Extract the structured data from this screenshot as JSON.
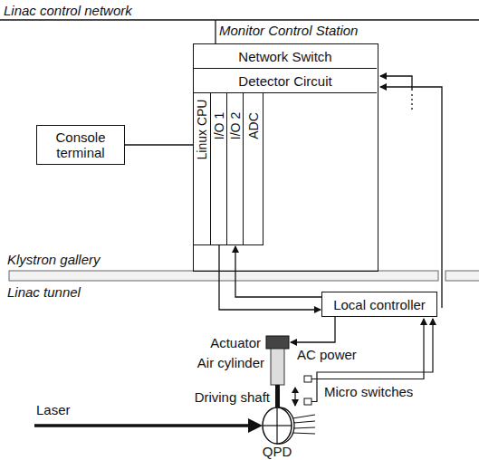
{
  "diagram": {
    "nodes": [
      {
        "text": [
          "Monitor Control Station"
        ]
      },
      {
        "text": [
          "Network Switch"
        ],
        "in": 0
      },
      {
        "text": [
          "Detector Circuit"
        ],
        "in": 0
      },
      {
        "text": [
          "Linux CPU"
        ],
        "in": 0
      },
      {
        "text": [
          "I/O 1"
        ],
        "in": 0
      },
      {
        "text": [
          "I/O 2"
        ],
        "in": 0
      },
      {
        "text": [
          "ADC"
        ],
        "in": 0
      },
      {
        "text": [
          "Console terminal"
        ]
      },
      {
        "text": [
          "Local controller"
        ]
      }
    ],
    "edges": [
      {
        "from": 7,
        "to": 3,
        "arrow": "none"
      },
      {
        "from": 4,
        "to": 8,
        "arrow": "to"
      },
      {
        "from": 8,
        "to": 5,
        "arrow": "to"
      }
    ],
    "labels": [
      "Linac control network",
      "Klystron gallery",
      "Linac tunnel",
      "Actuator",
      "Air cylinder",
      "AC power",
      "Driving shaft",
      "Micro switches",
      "Laser",
      "QPD"
    ]
  }
}
